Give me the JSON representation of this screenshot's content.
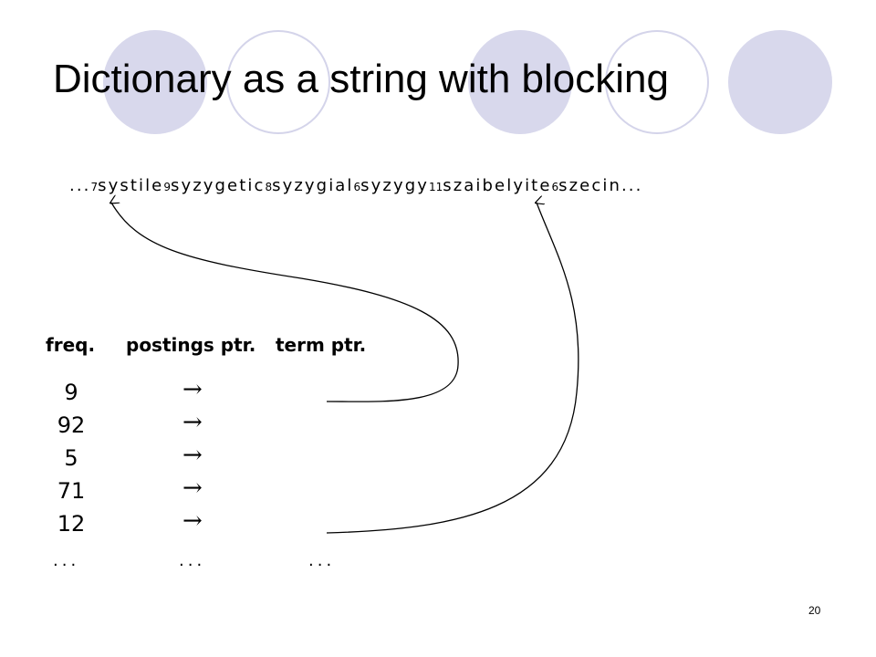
{
  "slide": {
    "title": "Dictionary as a string with blocking",
    "page_number": "20"
  },
  "dictionary_string": {
    "lead": "...",
    "terms": [
      {
        "len": "7",
        "term": "systile"
      },
      {
        "len": "9",
        "term": "syzygetic"
      },
      {
        "len": "8",
        "term": "syzygial"
      },
      {
        "len": "6",
        "term": "syzygy"
      },
      {
        "len": "11",
        "term": "szaibelyite"
      },
      {
        "len": "6",
        "term": "szecin"
      }
    ],
    "trail": "..."
  },
  "table": {
    "headers": {
      "freq": "freq.",
      "postings": "postings ptr.",
      "term": "term ptr."
    },
    "rows": [
      {
        "freq": "9",
        "postings": "→"
      },
      {
        "freq": "92",
        "postings": "→"
      },
      {
        "freq": "5",
        "postings": "→"
      },
      {
        "freq": "71",
        "postings": "→"
      },
      {
        "freq": "12",
        "postings": "→"
      }
    ],
    "ellipsis": {
      "freq": "...",
      "postings": "...",
      "term": "..."
    }
  },
  "colors": {
    "circle_fill": "#d8d8ec",
    "circle_stroke": "#d8d8ec",
    "ring_stroke": "#d0d0e8"
  }
}
